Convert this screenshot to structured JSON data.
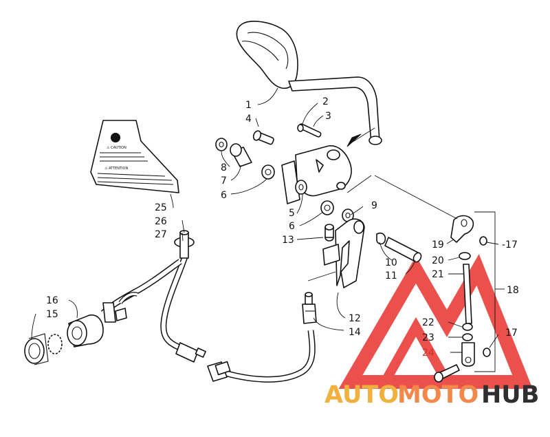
{
  "callouts": {
    "c1": "1",
    "c2": "2",
    "c3": "3",
    "c4": "4",
    "c5": "5",
    "c6a": "6",
    "c6b": "6",
    "c7": "7",
    "c8": "8",
    "c9": "9",
    "c10": "10",
    "c11": "11",
    "c12": "12",
    "c13": "13",
    "c14": "14",
    "c15": "15",
    "c16": "16",
    "c17a": "-17",
    "c17b": "17",
    "c18": "18",
    "c19": "19",
    "c20": "20",
    "c21": "21",
    "c22": "22",
    "c23": "23",
    "c24": "24",
    "c25": "25",
    "c26": "26",
    "c27": "27"
  },
  "decal": {
    "caution": "⚠ CAUTION",
    "attention": "⚠ ATTENTION"
  },
  "watermark": {
    "part1": "AUTO",
    "part2": "MOTO",
    "part3": "HUB",
    "color1": "#f0b13e",
    "color2": "#f2884a",
    "color3": "#2f2f2f",
    "logo_color": "#e8322d"
  }
}
